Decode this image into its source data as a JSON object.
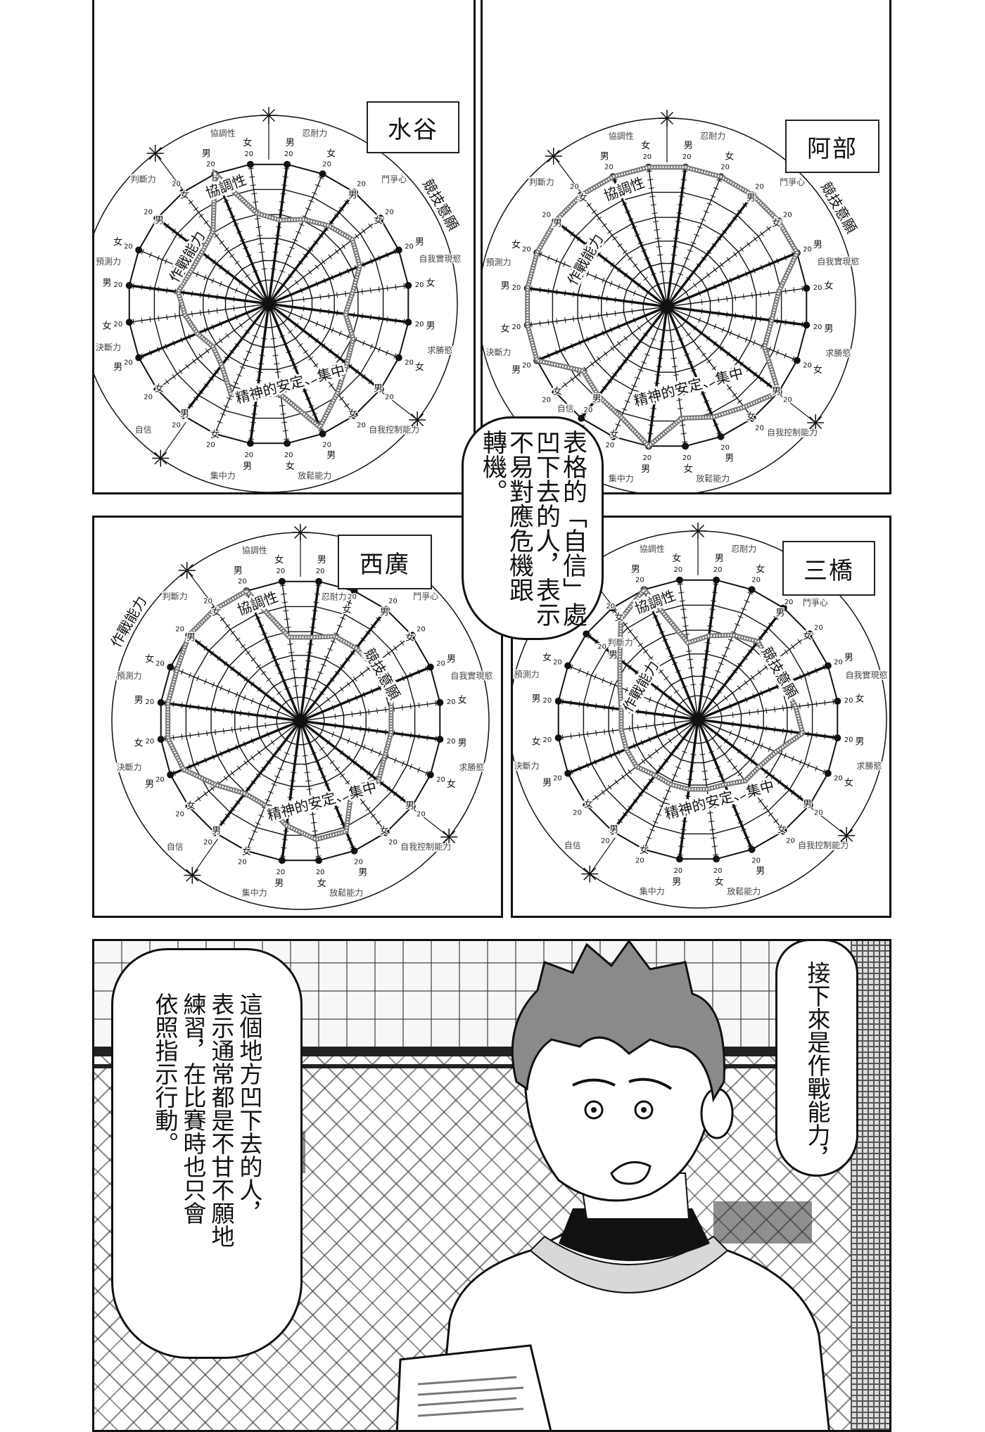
{
  "charts": [
    {
      "name": "水谷",
      "values": [
        20,
        13,
        12,
        13,
        14,
        15,
        14,
        12,
        11,
        13,
        14,
        16,
        19,
        13,
        13,
        14,
        11,
        10,
        11,
        12,
        13,
        12,
        12,
        13
      ]
    },
    {
      "name": "阿部",
      "values": [
        20,
        20,
        20,
        20,
        20,
        20,
        20,
        16,
        15,
        15,
        20,
        18,
        17,
        16,
        20,
        17,
        16,
        15,
        20,
        20,
        20,
        20,
        20,
        20
      ]
    },
    {
      "name": "西廣",
      "values": [
        20,
        12,
        12,
        13,
        13,
        13,
        14,
        13,
        13,
        13,
        14,
        12,
        17,
        17,
        15,
        13,
        13,
        15,
        18,
        19,
        19,
        19,
        20,
        20
      ]
    },
    {
      "name": "三橋",
      "values": [
        20,
        11,
        12,
        13,
        14,
        13,
        13,
        14,
        15,
        12,
        11,
        11,
        10,
        10,
        10,
        10,
        10,
        11,
        11,
        11,
        11,
        12,
        14,
        18
      ]
    }
  ],
  "chart_labels": {
    "categories": [
      "協調性",
      "忍耐力",
      "鬥爭心",
      "自我實現慾",
      "求勝慾",
      "自我控制能力",
      "放鬆能力",
      "集中力",
      "自信",
      "決斷力",
      "預測力",
      "判斷力"
    ],
    "sexes": [
      "男",
      "女"
    ],
    "max_label": "20",
    "groups": [
      "協調性",
      "競技意願",
      "精神的安定、集中",
      "作戰能力"
    ]
  },
  "bubbles": {
    "middle": [
      "表格的「自信」處",
      "凹下去的人，表示",
      "不易對應危機跟",
      "轉機。"
    ],
    "bottom_left": [
      "這個地方凹下去的人，",
      "表示通常都是不甘不願地",
      "練習，在比賽時也只會",
      "依照指示行動。"
    ],
    "bottom_right": [
      "接下來是作戰能力，"
    ]
  },
  "colors": {
    "ink": "#111111",
    "hatch": "#777777",
    "paper": "#ffffff"
  }
}
